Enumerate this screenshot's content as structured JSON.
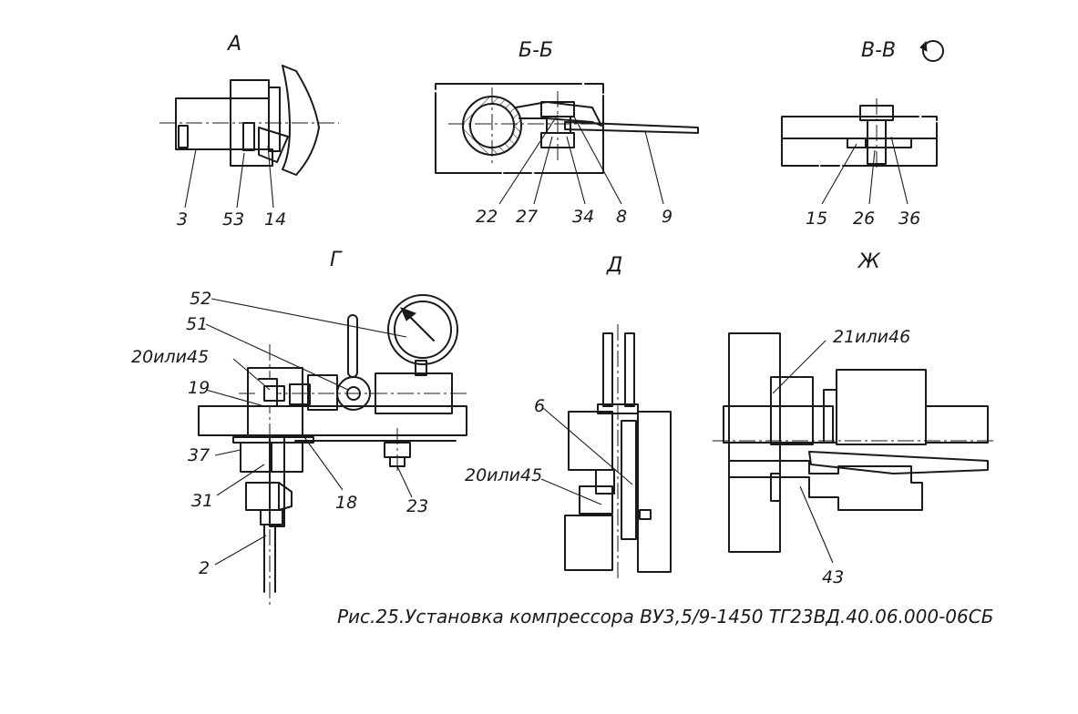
{
  "views": {
    "a": "А",
    "bb": "Б-Б",
    "vv": "В-В",
    "g": "Г",
    "d": "Д",
    "zh": "Ж"
  },
  "parts": {
    "a": [
      "3",
      "53",
      "14"
    ],
    "bb": [
      "22",
      "27",
      "34",
      "8",
      "9"
    ],
    "vv": [
      "15",
      "26",
      "36"
    ],
    "g": [
      "52",
      "51",
      "20или45",
      "19",
      "37",
      "31",
      "2",
      "18",
      "23"
    ],
    "d": [
      "6",
      "20или45"
    ],
    "zh": [
      "21или46",
      "43"
    ]
  },
  "caption": "Рис.25.Установка компрессора ВУ3,5/9-1450  ТГ23ВД.40.06.000-06СБ"
}
